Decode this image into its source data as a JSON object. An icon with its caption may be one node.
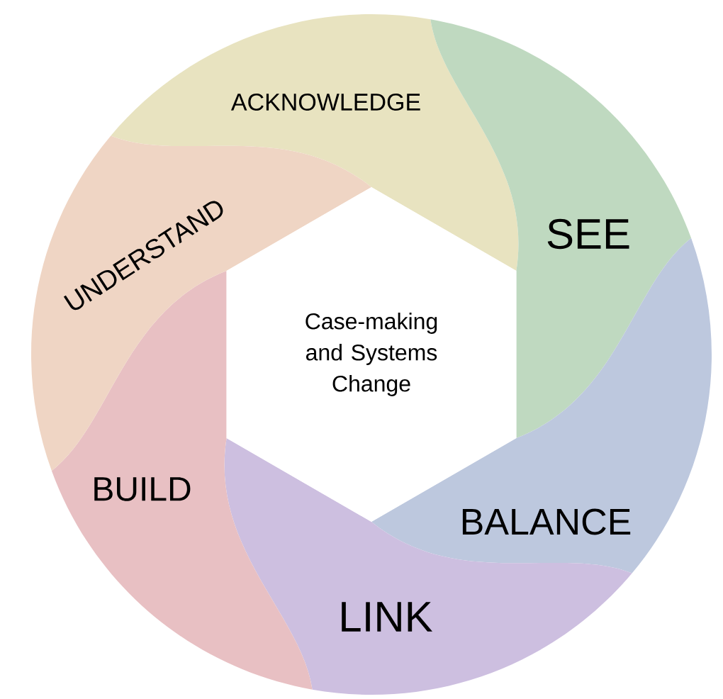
{
  "diagram": {
    "nodes": [
      {
        "text": [
          "Case-making and Systems Change"
        ]
      },
      {
        "text": [
          "ACKNOWLEDGE"
        ]
      },
      {
        "text": [
          "SEE"
        ]
      },
      {
        "text": [
          "BALANCE"
        ]
      },
      {
        "text": [
          "LINK"
        ]
      },
      {
        "text": [
          "BUILD"
        ]
      },
      {
        "text": [
          "UNDERSTAND"
        ]
      }
    ]
  }
}
